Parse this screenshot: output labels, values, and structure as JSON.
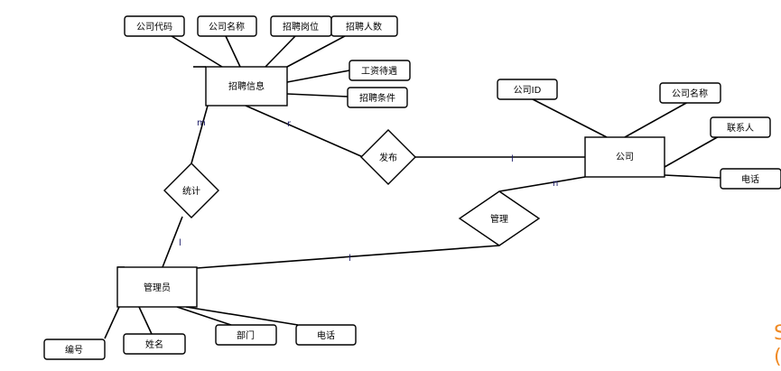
{
  "entities": {
    "recruitment_info": "招聘信息",
    "company": "公司",
    "admin": "管理员"
  },
  "relationships": {
    "publish": "发布",
    "statistics": "统计",
    "manage": "管理"
  },
  "attributes": {
    "recruit_company_code": "公司代码",
    "recruit_company_name": "公司名称",
    "recruit_position": "招聘岗位",
    "recruit_count": "招聘人数",
    "recruit_salary": "工资待遇",
    "recruit_conditions": "招聘条件",
    "company_id": "公司ID",
    "company_name": "公司名称",
    "company_contact": "联系人",
    "company_phone": "电话",
    "admin_no": "编号",
    "admin_name": "姓名",
    "admin_dept": "部门",
    "admin_phone": "电话"
  },
  "cardinalities": {
    "statistics_recruit": "m",
    "statistics_admin": "l",
    "publish_recruit": "r",
    "publish_company": "l",
    "manage_company": "n",
    "manage_admin": "l"
  }
}
